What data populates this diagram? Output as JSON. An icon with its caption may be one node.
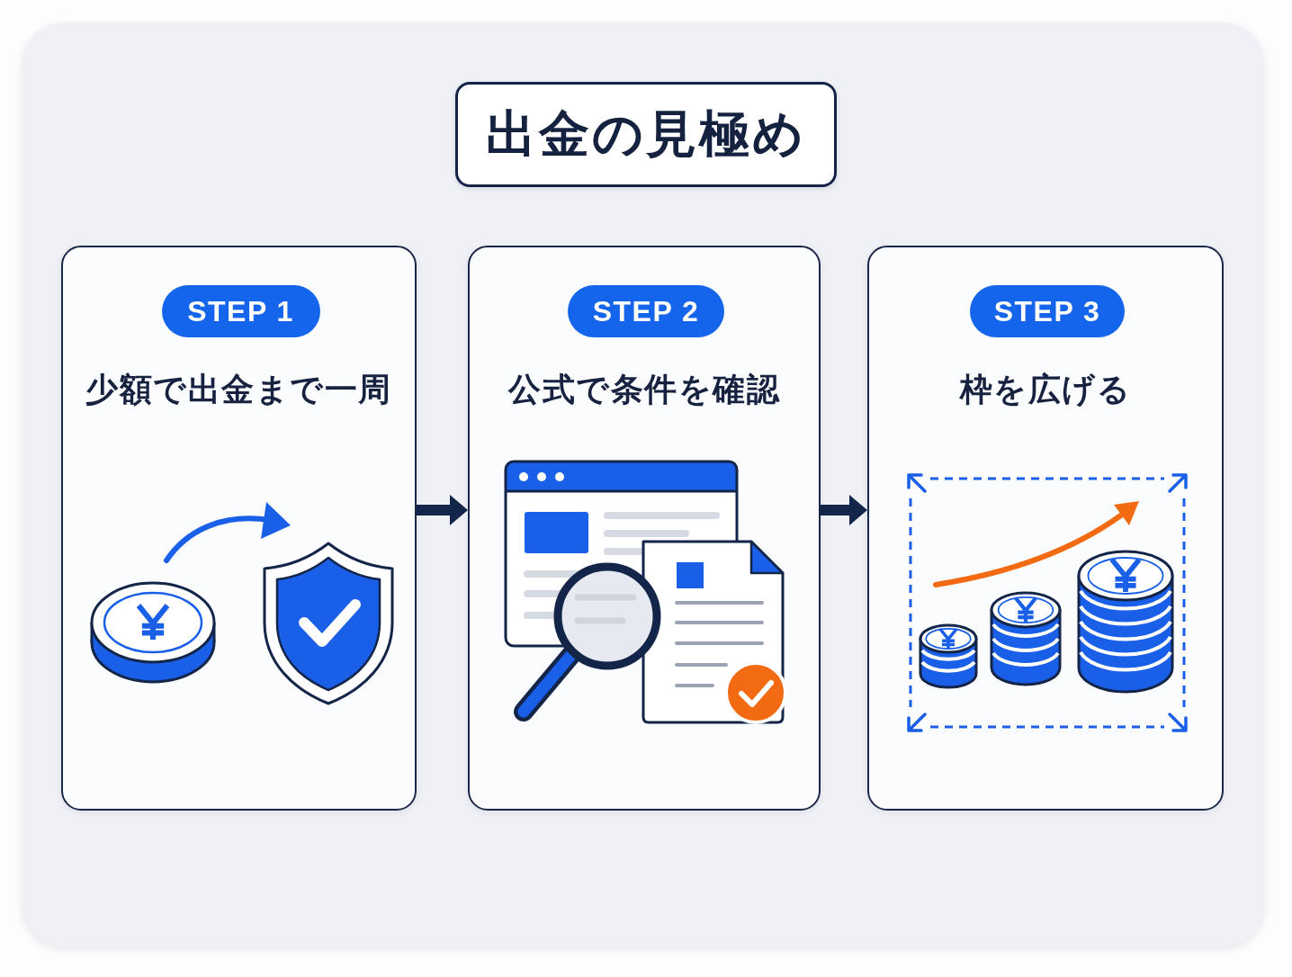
{
  "diagram": {
    "title": "出金の見極め",
    "nodes": [
      {
        "text": [
          "少額で出金まで一周"
        ]
      },
      {
        "text": [
          "STEP 1"
        ],
        "in": 0
      },
      {
        "text": [
          "公式で条件を確認"
        ]
      },
      {
        "text": [
          "STEP 2"
        ],
        "in": 2
      },
      {
        "text": [
          "枠を広げる"
        ]
      },
      {
        "text": [
          "STEP 3"
        ],
        "in": 4
      }
    ],
    "edges": [
      {
        "from": 0,
        "to": 2,
        "arrow": "to"
      },
      {
        "from": 2,
        "to": 4,
        "arrow": "to"
      }
    ]
  }
}
